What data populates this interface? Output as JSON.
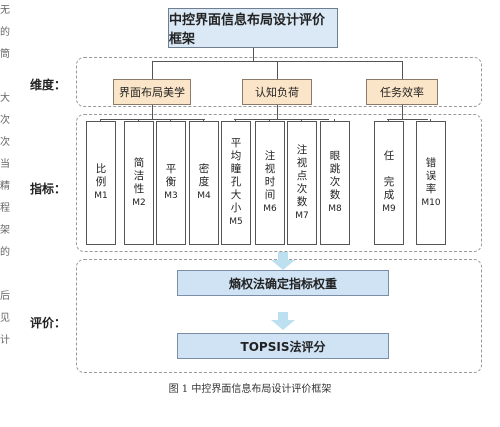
{
  "title": "中控界面信息布局设计评价框架",
  "labels": {
    "dimension": "维度：",
    "indicator": "指标：",
    "evaluation": "评价："
  },
  "dimensions": [
    {
      "label": "界面布局美学"
    },
    {
      "label": "认知负荷"
    },
    {
      "label": "任务效率"
    }
  ],
  "indicators": [
    {
      "text": "比\n例",
      "code": "M1"
    },
    {
      "text": "简\n洁\n性",
      "code": "M2"
    },
    {
      "text": "平\n衡",
      "code": "M3"
    },
    {
      "text": "密\n度",
      "code": "M4"
    },
    {
      "text": "平\n均\n瞳\n孔\n大\n小",
      "code": "M5"
    },
    {
      "text": "注\n视\n时\n间",
      "code": "M6"
    },
    {
      "text": "注\n视\n点\n次\n数",
      "code": "M7"
    },
    {
      "text": "眼\n跳\n次\n数",
      "code": "M8"
    },
    {
      "text": "任\n\n完\n成",
      "code": "M9"
    },
    {
      "text": "错\n误\n率",
      "code": "M10"
    }
  ],
  "evaluation": [
    {
      "label": "熵权法确定指标权重"
    },
    {
      "label": "TOPSIS法评分"
    }
  ],
  "caption": "图 1  中控界面信息布局设计评价框架",
  "side_text": [
    "无",
    "的",
    "筒",
    "",
    "大",
    "次",
    "次",
    "当",
    "精",
    "程",
    "架",
    "的",
    "",
    "后",
    "见",
    "计"
  ],
  "colors": {
    "dimension_fill": "#fbe5c8",
    "title_fill": "#dbe9f7",
    "eval_fill": "#cfe3f5",
    "arrow": "#bde0f0"
  }
}
